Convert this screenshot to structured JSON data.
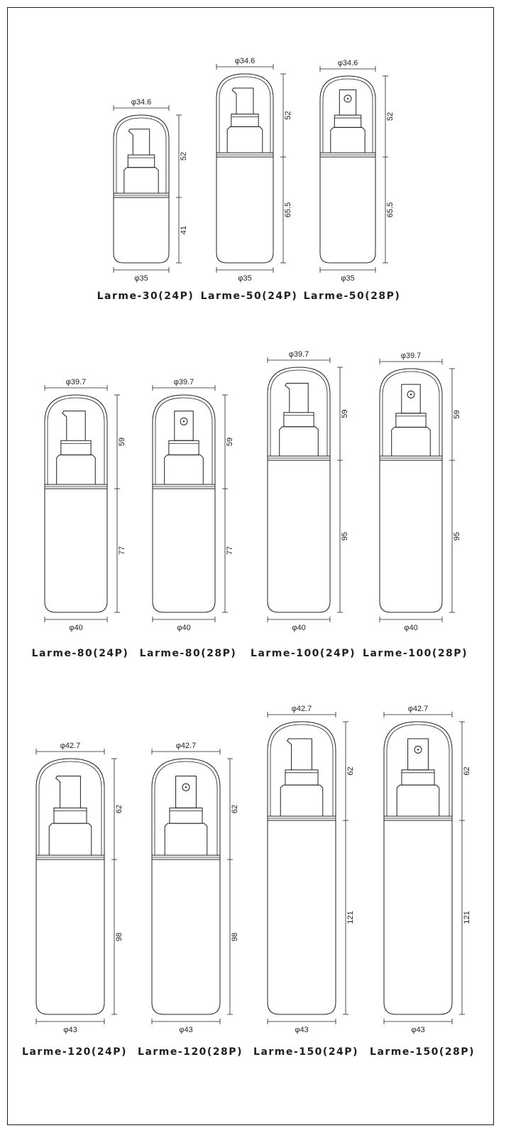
{
  "rows": [
    [
      {
        "label": "Larme-30(24P)",
        "cap_dia": "φ34.6",
        "base_dia": "φ35",
        "cap_height": "52",
        "body_height": "41",
        "pump": "side"
      },
      {
        "label": "Larme-50(24P)",
        "cap_dia": "φ34.6",
        "base_dia": "φ35",
        "cap_height": "52",
        "body_height": "65.5",
        "pump": "side"
      },
      {
        "label": "Larme-50(28P)",
        "cap_dia": "φ34.6",
        "base_dia": "φ35",
        "cap_height": "52",
        "body_height": "65.5",
        "pump": "front"
      }
    ],
    [
      {
        "label": "Larme-80(24P)",
        "cap_dia": "φ39.7",
        "base_dia": "φ40",
        "cap_height": "59",
        "body_height": "77",
        "pump": "side"
      },
      {
        "label": "Larme-80(28P)",
        "cap_dia": "φ39.7",
        "base_dia": "φ40",
        "cap_height": "59",
        "body_height": "77",
        "pump": "front"
      },
      {
        "label": "Larme-100(24P)",
        "cap_dia": "φ39.7",
        "base_dia": "φ40",
        "cap_height": "59",
        "body_height": "95",
        "pump": "side"
      },
      {
        "label": "Larme-100(28P)",
        "cap_dia": "φ39.7",
        "base_dia": "φ40",
        "cap_height": "59",
        "body_height": "95",
        "pump": "front"
      }
    ],
    [
      {
        "label": "Larme-120(24P)",
        "cap_dia": "φ42.7",
        "base_dia": "φ43",
        "cap_height": "62",
        "body_height": "98",
        "pump": "side"
      },
      {
        "label": "Larme-120(28P)",
        "cap_dia": "φ42.7",
        "base_dia": "φ43",
        "cap_height": "62",
        "body_height": "98",
        "pump": "front"
      },
      {
        "label": "Larme-150(24P)",
        "cap_dia": "φ42.7",
        "base_dia": "φ43",
        "cap_height": "62",
        "body_height": "121",
        "pump": "side"
      },
      {
        "label": "Larme-150(28P)",
        "cap_dia": "φ42.7",
        "base_dia": "φ43",
        "cap_height": "62",
        "body_height": "121",
        "pump": "front"
      }
    ]
  ],
  "colors": {
    "line": "#231f20",
    "background": "#ffffff",
    "frame": "#1e1e1e"
  }
}
